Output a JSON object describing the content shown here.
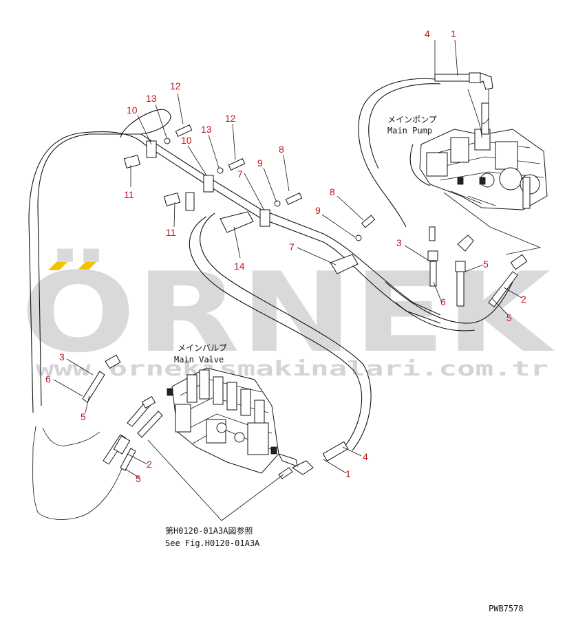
{
  "watermark": {
    "brand": "ÖRNEK",
    "url": "www.ornekismakinalari.com.tr",
    "accent_color": "#f2c200",
    "text_color": "#d9d9dc"
  },
  "labels": {
    "main_pump_jp": "メインポンプ",
    "main_pump_en": "Main Pump",
    "main_valve_jp": "メインバルブ",
    "main_valve_en": "Main Valve",
    "ref_jp": "第H0120-01A3A図参照",
    "ref_en": "See Fig.H0120-01A3A",
    "drawing_id": "PWB7578"
  },
  "callouts": {
    "c01": "4",
    "c02": "1",
    "c03": "12",
    "c04": "13",
    "c05": "10",
    "c06": "13",
    "c07": "12",
    "c08": "10",
    "c09": "8",
    "c10": "9",
    "c11": "7",
    "c12": "11",
    "c13": "11",
    "c14": "8",
    "c15": "9",
    "c16": "14",
    "c17": "7",
    "c18": "3",
    "c19": "5",
    "c20": "6",
    "c21": "2",
    "c22": "5",
    "c23": "3",
    "c24": "6",
    "c25": "5",
    "c26": "2",
    "c27": "5",
    "c28": "4",
    "c29": "1"
  },
  "colors": {
    "callout": "#c0141c",
    "line": "#111111"
  }
}
